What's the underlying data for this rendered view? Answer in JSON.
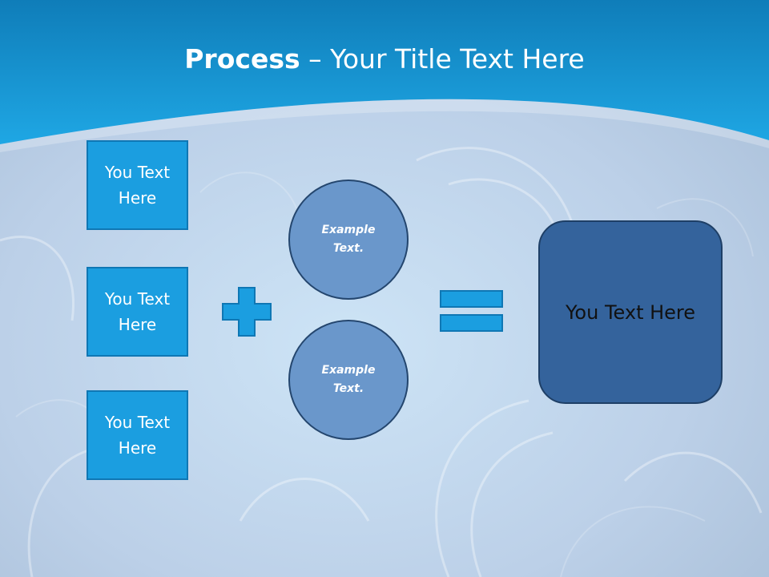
{
  "slide": {
    "title_bold": "Process",
    "title_rest": " – Your Title Text Here",
    "input_boxes": [
      {
        "label": "You Text Here"
      },
      {
        "label": "You Text Here"
      },
      {
        "label": "You Text Here"
      }
    ],
    "circles": [
      {
        "label": "Example Text."
      },
      {
        "label": "Example Text."
      }
    ],
    "result_label": "You Text Here"
  },
  "icons": {
    "plus": "plus-icon",
    "equals": "equals-icon"
  },
  "colors": {
    "header_blue": "#1a9ad8",
    "box_fill": "#1b9ee0",
    "box_border": "#0f77b4",
    "circle_fill": "#6a97cb",
    "result_fill": "#34639c"
  }
}
